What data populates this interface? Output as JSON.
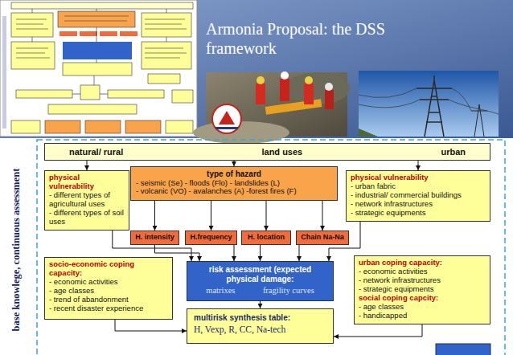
{
  "diagram": {
    "title": "Armonia Proposal: the DSS framework",
    "nodes": [
      {
        "text": [
          "natural/ rural",
          "land uses",
          "urban"
        ]
      },
      {
        "text": [
          "physical vulnerability",
          "- different types of agricultural uses",
          "- different types of soil uses"
        ]
      },
      {
        "text": [
          "type of hazard",
          "- seismic (Se) - floods (Flo) - landslides (L)",
          "- volcanic (VO) - avalanches (A) -forest fires (F)"
        ]
      },
      {
        "text": [
          "physical vulnerability",
          "- urban fabric",
          "- industrial/ commercial buildings",
          "- network infrastructures",
          "- strategic equipments"
        ]
      },
      {
        "text": [
          "H. intensity"
        ]
      },
      {
        "text": [
          "H.frequency"
        ]
      },
      {
        "text": [
          "H. location"
        ]
      },
      {
        "text": [
          "Chain Na-Na"
        ]
      },
      {
        "text": [
          "socio-economic coping capacity:",
          "- economic activities",
          "- age classes",
          "- trend of abandonment",
          "- recent disaster experience"
        ]
      },
      {
        "text": [
          "risk assessment (expected physical damage:",
          "matrixes",
          "fragility curves"
        ]
      },
      {
        "text": [
          "urban coping capacity:",
          "- economic activities",
          "- network infrastructures",
          "- strategic equipments",
          "social coping capcity:",
          "- age classes",
          "- handicapped"
        ]
      },
      {
        "text": [
          "multirisk synthesis table:",
          "H, Vexp, R, CC, Na-tech"
        ]
      }
    ],
    "edges": [
      {
        "from": 0,
        "to": 1,
        "arrow": "to"
      },
      {
        "from": 0,
        "to": 2,
        "arrow": "to"
      },
      {
        "from": 0,
        "to": 3,
        "arrow": "to"
      },
      {
        "from": 2,
        "to": 4,
        "arrow": "to"
      },
      {
        "from": 2,
        "to": 5,
        "arrow": "to"
      },
      {
        "from": 2,
        "to": 6,
        "arrow": "to"
      },
      {
        "from": 2,
        "to": 7,
        "arrow": "to"
      },
      {
        "from": 4,
        "to": 9,
        "arrow": "to"
      },
      {
        "from": 5,
        "to": 9,
        "arrow": "to"
      },
      {
        "from": 6,
        "to": 9,
        "arrow": "to"
      },
      {
        "from": 7,
        "to": 9,
        "arrow": "to"
      },
      {
        "from": 1,
        "to": 9,
        "arrow": "to"
      },
      {
        "from": 3,
        "to": 9,
        "arrow": "to"
      },
      {
        "from": 9,
        "to": 11,
        "arrow": "to"
      },
      {
        "from": 8,
        "to": 11,
        "arrow": "to"
      },
      {
        "from": 10,
        "to": 11,
        "arrow": "to"
      }
    ],
    "labels": [
      "base knowlege, continuous assessment"
    ]
  }
}
